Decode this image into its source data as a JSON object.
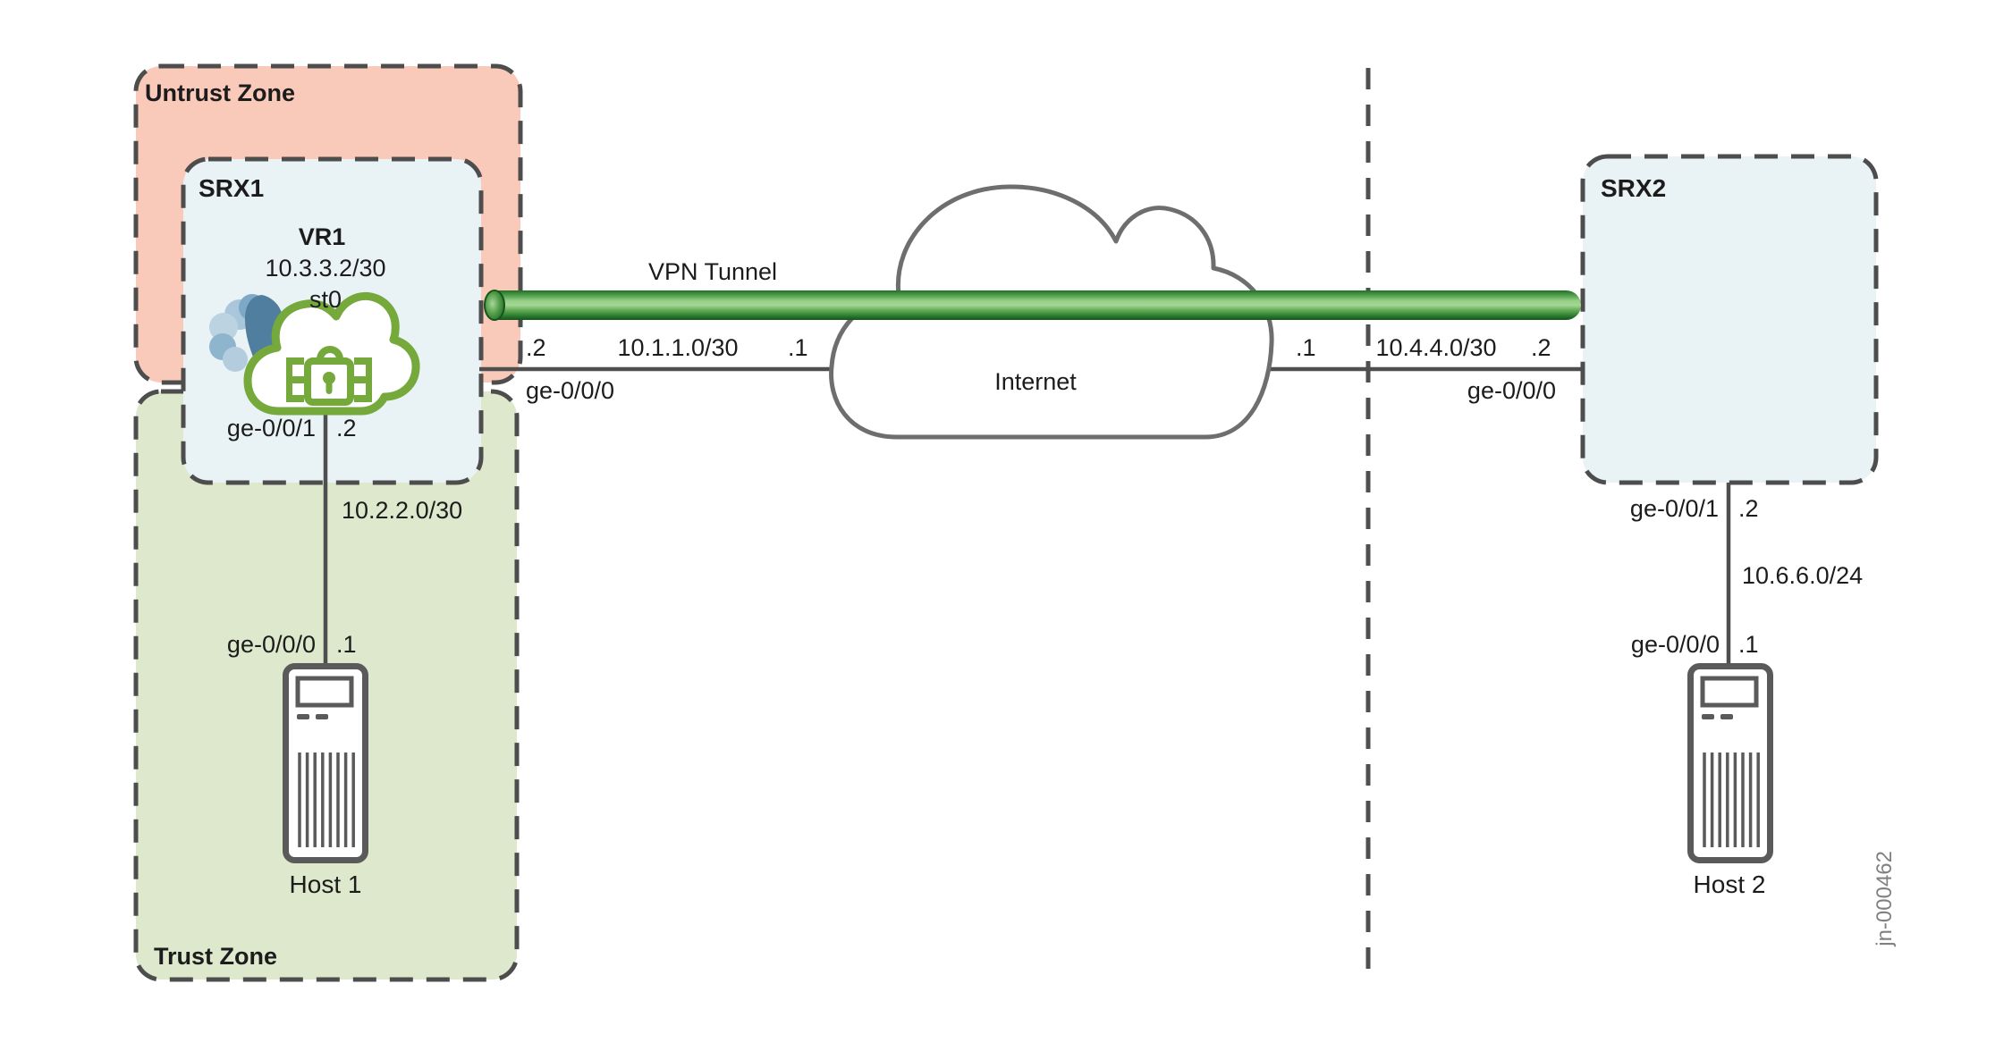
{
  "figure_id": "jn-000462",
  "zones": {
    "untrust": {
      "label": "Untrust Zone"
    },
    "trust": {
      "label": "Trust Zone"
    }
  },
  "devices": {
    "srx1": {
      "name": "SRX1",
      "router_label": "VR1",
      "router_ip": "10.3.3.2/30",
      "tunnel_interface": "st0"
    },
    "srx2": {
      "name": "SRX2"
    },
    "host1": {
      "name": "Host 1"
    },
    "host2": {
      "name": "Host 2"
    },
    "internet": {
      "name": "Internet"
    }
  },
  "tunnel": {
    "label": "VPN Tunnel"
  },
  "links": {
    "srx1_internet": {
      "srx_addr": ".2",
      "subnet": "10.1.1.0/30",
      "internet_addr": ".1",
      "srx_interface": "ge-0/0/0"
    },
    "internet_srx2": {
      "internet_addr": ".1",
      "subnet": "10.4.4.0/30",
      "srx_addr": ".2",
      "srx_interface": "ge-0/0/0"
    },
    "srx1_host1": {
      "srx_interface": "ge-0/0/1",
      "srx_addr": ".2",
      "subnet": "10.2.2.0/30",
      "host_interface": "ge-0/0/0",
      "host_addr": ".1"
    },
    "srx2_host2": {
      "srx_interface": "ge-0/0/1",
      "srx_addr": ".2",
      "subnet": "10.6.6.0/24",
      "host_interface": "ge-0/0/0",
      "host_addr": ".1"
    }
  },
  "colors": {
    "untrust_fill": "#f9caba",
    "trust_fill": "#dde8cc",
    "device_fill": "#e9f2f5",
    "border_gray": "#4d4d4d",
    "juniper_green": "#76a93c",
    "tunnel_dark_green": "#1d5f23",
    "tunnel_light_green": "#a4d795",
    "icon_blue_dark": "#4f7e9e",
    "icon_blue_light": "#b6cfe0"
  }
}
